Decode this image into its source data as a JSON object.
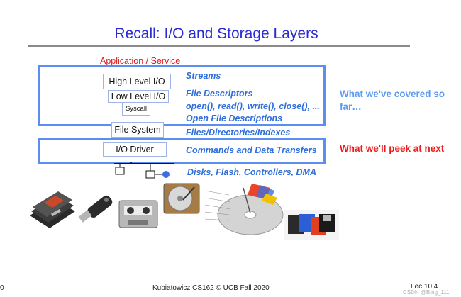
{
  "slide": {
    "title": "Recall: I/O and Storage Layers",
    "app_label": "Application / Service",
    "layers": {
      "high": "High Level I/O",
      "low": "Low Level I/O",
      "syscall": "Syscall",
      "fs": "File System",
      "driver": "I/O Driver"
    },
    "descriptions": {
      "streams": "Streams",
      "file_descriptors": "File Descriptors",
      "calls": "open(), read(), write(), close(), ...",
      "open_file_desc": "Open File Descriptions",
      "files_dirs": "Files/Directories/Indexes",
      "commands": "Commands and Data Transfers",
      "disks": "Disks, Flash, Controllers, DMA"
    },
    "notes": {
      "covered": "What we've covered so far…",
      "peek": "What we'll peek at next"
    },
    "footer": {
      "left": "0",
      "center": "Kubiatowicz CS162 © UCB Fall 2020",
      "right": "Lec 10.4",
      "watermark": "CSDN @Blng_111"
    },
    "colors": {
      "title": "#2b2bd6",
      "box": "#5b8ef0",
      "italic_text": "#2f6fdc",
      "red": "#ee1c1c"
    }
  }
}
